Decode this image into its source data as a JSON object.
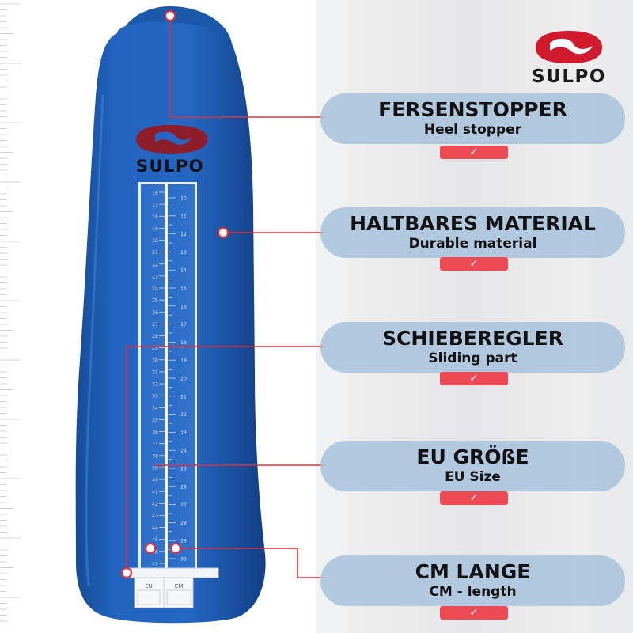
{
  "brand": {
    "name": "SULPO"
  },
  "device": {
    "eu_scale": {
      "label": "EU",
      "start": 16,
      "end": 47
    },
    "cm_scale": {
      "label": "CM",
      "start": 10,
      "end": 30
    }
  },
  "features": [
    {
      "title": "FERSENSTOPPER",
      "subtitle": "Heel stopper",
      "check": "✓"
    },
    {
      "title": "HALTBARES MATERIAL",
      "subtitle": "Durable material",
      "check": "✓"
    },
    {
      "title": "SCHIEBEREGLER",
      "subtitle": "Sliding  part",
      "check": "✓"
    },
    {
      "title": "EU GRÖßE",
      "subtitle": "EU Size",
      "check": "✓"
    },
    {
      "title": "CM LANGE",
      "subtitle": "CM - length",
      "check": "✓"
    }
  ],
  "colors": {
    "device_blue": "#1f5fb4",
    "callout_line": "#e0303a",
    "badge_red": "#ee4a55",
    "pill_blue": "#a8c2dc",
    "logo_red": "#c4172a"
  }
}
